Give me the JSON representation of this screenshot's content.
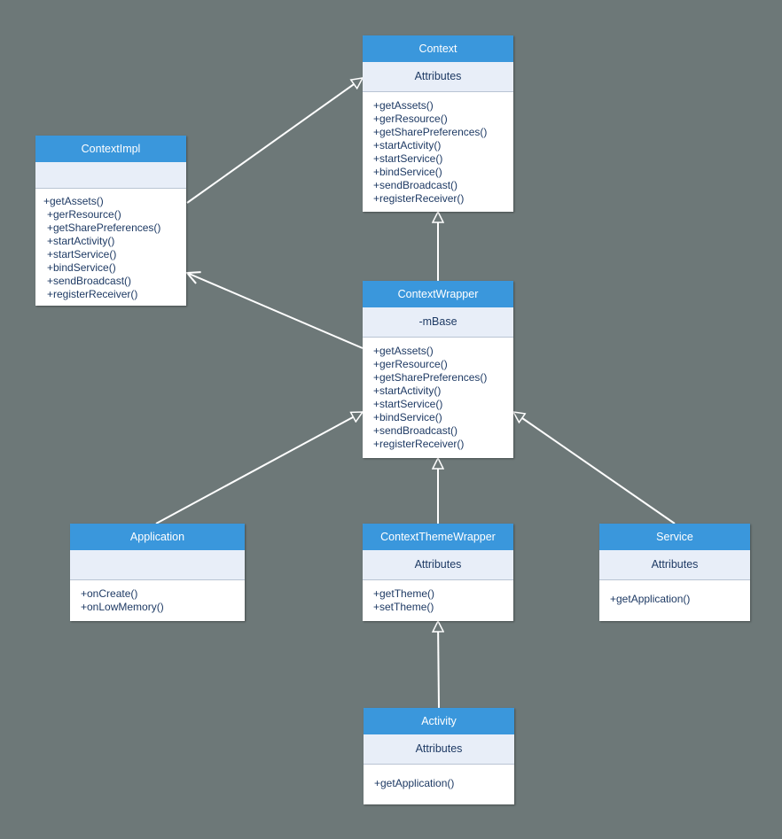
{
  "classes": {
    "context": {
      "name": "Context",
      "attributes": "Attributes",
      "methods": [
        "+getAssets()",
        "+gerResource()",
        "+getSharePreferences()",
        "+startActivity()",
        "+startService()",
        "+bindService()",
        "+sendBroadcast()",
        "+registerReceiver()"
      ]
    },
    "context_impl": {
      "name": "ContextImpl",
      "attributes": "",
      "methods": [
        "+getAssets()",
        "+gerResource()",
        "+getSharePreferences()",
        "+startActivity()",
        "+startService()",
        "+bindService()",
        "+sendBroadcast()",
        "+registerReceiver()"
      ]
    },
    "context_wrapper": {
      "name": "ContextWrapper",
      "attributes": "-mBase",
      "methods": [
        "+getAssets()",
        "+gerResource()",
        "+getSharePreferences()",
        "+startActivity()",
        "+startService()",
        "+bindService()",
        "+sendBroadcast()",
        "+registerReceiver()"
      ]
    },
    "application": {
      "name": "Application",
      "attributes": "",
      "methods": [
        "+onCreate()",
        "+onLowMemory()"
      ]
    },
    "context_theme_wrapper": {
      "name": "ContextThemeWrapper",
      "attributes": "Attributes",
      "methods": [
        "+getTheme()",
        "+setTheme()"
      ]
    },
    "service": {
      "name": "Service",
      "attributes": "Attributes",
      "methods": [
        "+getApplication()"
      ]
    },
    "activity": {
      "name": "Activity",
      "attributes": "Attributes",
      "methods": [
        "+getApplication()"
      ]
    }
  },
  "relations": [
    {
      "from": "ContextImpl",
      "to": "Context",
      "kind": "generalization"
    },
    {
      "from": "ContextWrapper",
      "to": "Context",
      "kind": "generalization"
    },
    {
      "from": "ContextWrapper",
      "to": "ContextImpl",
      "kind": "association"
    },
    {
      "from": "Application",
      "to": "ContextWrapper",
      "kind": "generalization"
    },
    {
      "from": "ContextThemeWrapper",
      "to": "ContextWrapper",
      "kind": "generalization"
    },
    {
      "from": "Service",
      "to": "ContextWrapper",
      "kind": "generalization"
    },
    {
      "from": "Activity",
      "to": "ContextThemeWrapper",
      "kind": "generalization"
    }
  ],
  "colors": {
    "canvas": "#6d7878",
    "header": "#3a97dc",
    "attributes_band": "#e8eef8",
    "text": "#1e3a64",
    "connector": "#ffffff"
  }
}
